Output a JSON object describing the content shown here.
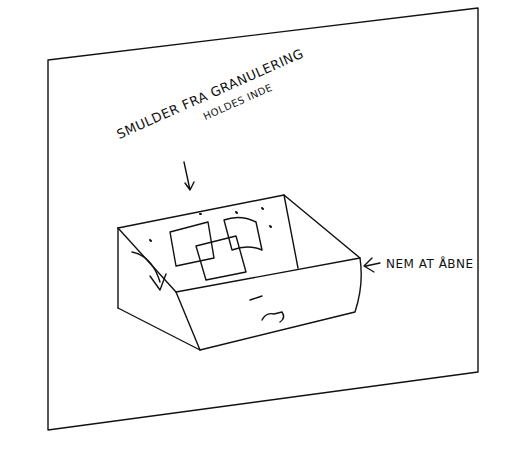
{
  "diagram": {
    "labels": [
      "SMULDER FRA GRANULERING",
      "HOLDES INDE",
      "NEM AT ÅBNE"
    ]
  }
}
